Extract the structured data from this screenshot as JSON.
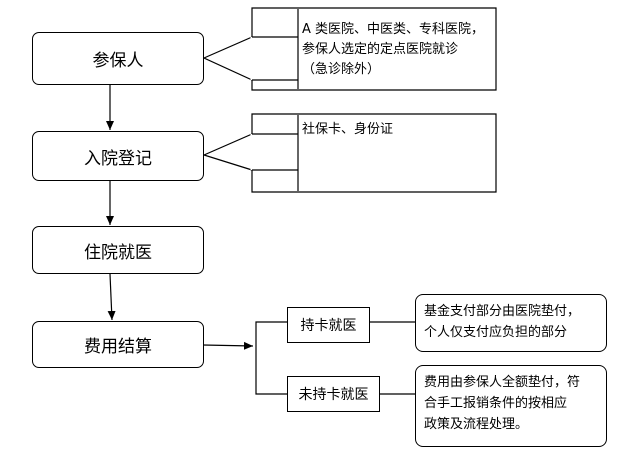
{
  "flow": {
    "steps": [
      "参保人",
      "入院登记",
      "住院就医",
      "费用结算"
    ],
    "branches": [
      "持卡就医",
      "未持卡就医"
    ]
  },
  "notes": {
    "hospitals": "A 类医院、中医类、专科医院，\n参保人选定的定点医院就诊\n（急诊除外）",
    "documents": "社保卡、身份证",
    "with_card": "基金支付部分由医院垫付，\n个人仅支付应负担的部分",
    "without_card": "费用由参保人全额垫付，符\n合手工报销条件的按相应\n政策及流程处理。"
  }
}
